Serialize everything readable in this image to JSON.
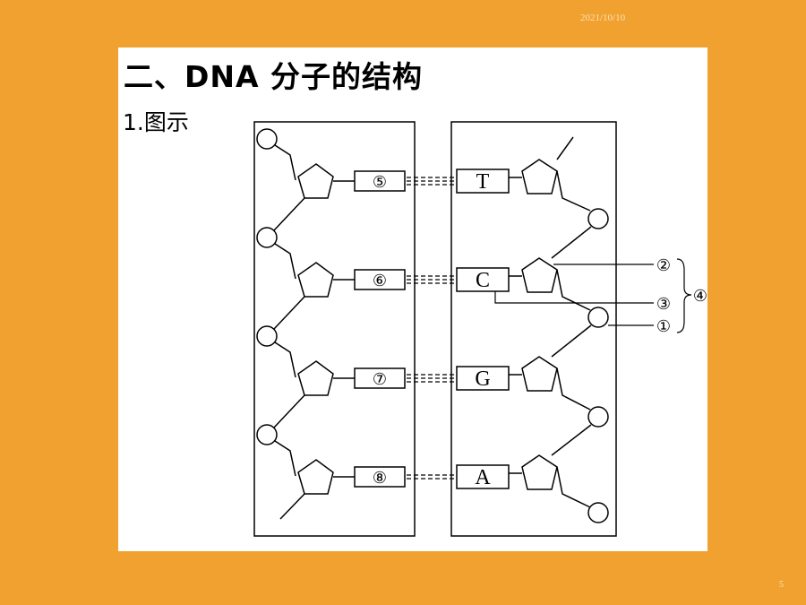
{
  "header": {
    "date": "2021/10/10"
  },
  "footer": {
    "page_number": "5"
  },
  "slide": {
    "title": "二、DNA 分子的结构",
    "subtitle": "1.图示"
  },
  "diagram": {
    "left_labels": [
      "⑤",
      "⑥",
      "⑦",
      "⑧"
    ],
    "right_bases": [
      "T",
      "C",
      "G",
      "A"
    ],
    "callouts": {
      "c2": "②",
      "c3": "③",
      "c1": "①",
      "group": "④"
    }
  }
}
